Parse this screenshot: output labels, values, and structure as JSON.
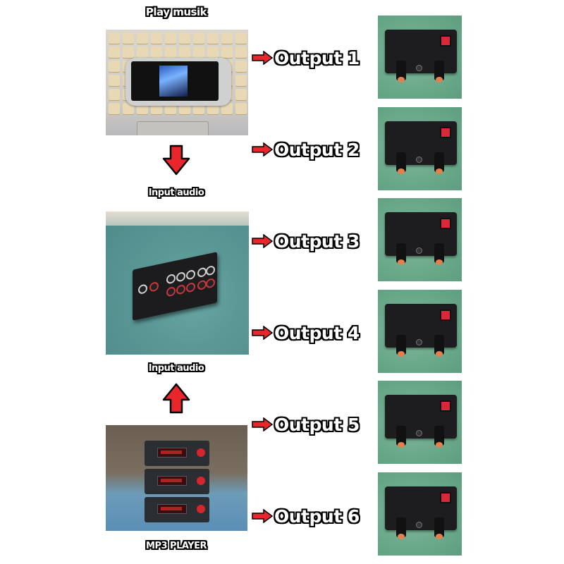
{
  "left_column": {
    "top_caption": "Play musik",
    "phone_photo_alt": "Smartphone playing music on laptop keyboard",
    "input_caption_top": "Input audio",
    "switch_photo_alt": "Black audio splitter box with RCA jacks",
    "input_caption_bottom": "Input audio",
    "mp3_photo_alt": "Three stacked MP3 player units",
    "bottom_caption": "MP3 PLAYER"
  },
  "arrows": {
    "down_arrow_icon": "arrow-down",
    "up_arrow_icon": "arrow-up",
    "output_arrow_icon": "arrow-right",
    "color": "#e8262b"
  },
  "outputs": [
    {
      "label": "Output 1"
    },
    {
      "label": "Output 2"
    },
    {
      "label": "Output 3"
    },
    {
      "label": "Output 4"
    },
    {
      "label": "Output 5"
    },
    {
      "label": "Output 6"
    }
  ],
  "colors": {
    "background": "#ffffff",
    "text_fill": "#ffffff",
    "text_outline": "#000000",
    "arrow_red": "#e8262b"
  }
}
